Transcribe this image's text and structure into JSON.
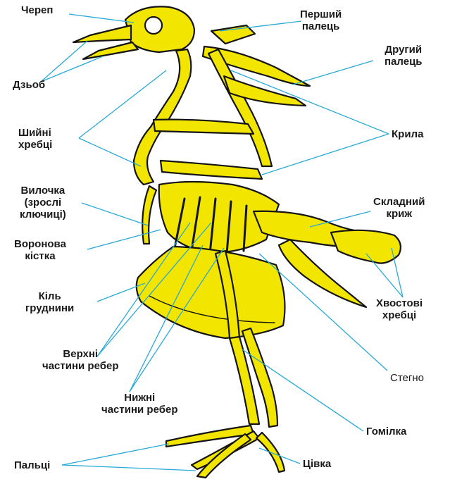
{
  "colors": {
    "bone": "#f2e600",
    "outline": "#141414",
    "leader": "#29a9d6",
    "text": "#1a1a1a"
  },
  "labels": {
    "skull": "Череп",
    "beak": "Дзьоб",
    "first_finger": "Перший\nпалець",
    "second_finger": "Другий\nпалець",
    "cervical": "Шийні\nхребці",
    "wings": "Крила",
    "furcula": "Вилочка\n(зрослі\nключиці)",
    "synsacrum": "Складний\nкриж",
    "coracoid": "Воронова\nкістка",
    "keel": "Кіль\nгруднини",
    "tail": "Хвостові\nхребці",
    "upper_ribs": "Верхні\nчастини ребер",
    "femur": "Стегно",
    "lower_ribs": "Нижні\nчастини ребер",
    "tibia": "Гомілка",
    "toes": "Пальці",
    "tarsus": "Цівка"
  }
}
